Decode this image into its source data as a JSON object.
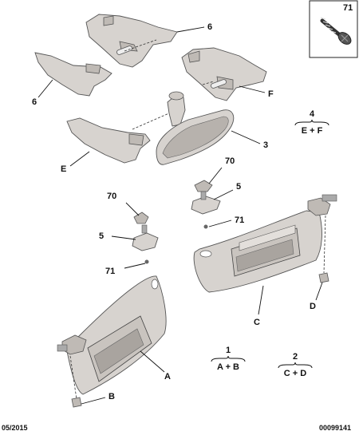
{
  "callouts": {
    "top_bracket_right": "6",
    "left_bracket": "6",
    "right_bracket": "F",
    "lower_left_bracket": "E",
    "mirror": "3",
    "screw_top": "70",
    "hinge_top": "5",
    "screw_top_71": "71",
    "screw_left": "70",
    "hinge_left": "5",
    "screw_left_71": "71",
    "visor_right": "C",
    "clip_right": "D",
    "visor_left": "A",
    "clip_left": "B"
  },
  "groups": {
    "group4": {
      "number": "4",
      "formula": "E + F"
    },
    "group1": {
      "number": "1",
      "formula": "A + B"
    },
    "group2": {
      "number": "2",
      "formula": "C + D"
    }
  },
  "screw_inset": {
    "number": "71"
  },
  "footer": {
    "date": "05/2015",
    "reference": "00099141"
  }
}
